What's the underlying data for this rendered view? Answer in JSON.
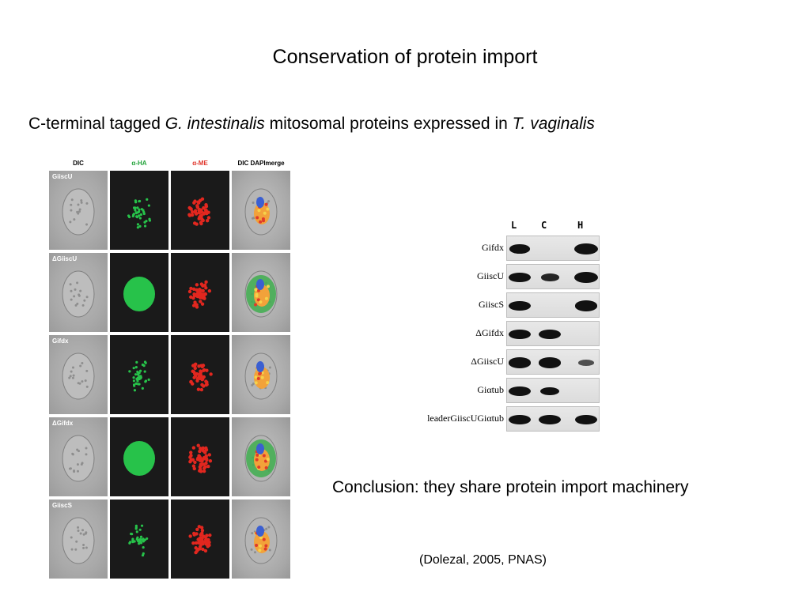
{
  "slide": {
    "title": "Conservation of protein import",
    "subtitle_parts": {
      "p1": "C-terminal tagged ",
      "p2": "G. intestinalis",
      "p3": " mitosomal proteins expressed in ",
      "p4": "T. vaginalis"
    },
    "conclusion": "Conclusion: they share protein import machinery",
    "citation": "(Dolezal, 2005, PNAS)"
  },
  "micrograph": {
    "columns": [
      {
        "label": "DIC",
        "color": "#000000"
      },
      {
        "label": "α-HA",
        "color": "#22a33a"
      },
      {
        "label": "α-ME",
        "color": "#e0342a"
      },
      {
        "label": "DIC DAPImerge",
        "color": "#000000"
      }
    ],
    "rows": [
      {
        "label": "GiiscU",
        "pattern": "punctate"
      },
      {
        "label": "ΔGiiscU",
        "pattern": "diffuse"
      },
      {
        "label": "Gifdx",
        "pattern": "punctate"
      },
      {
        "label": "ΔGifdx",
        "pattern": "diffuse"
      },
      {
        "label": "GiiscS",
        "pattern": "punctate"
      }
    ]
  },
  "blot": {
    "lanes": [
      "L",
      "C",
      "H"
    ],
    "rows": [
      {
        "label": "Gifdx",
        "bands": [
          0.7,
          0,
          1.0
        ]
      },
      {
        "label": "GiiscU",
        "bands": [
          0.8,
          0.5,
          1.0
        ]
      },
      {
        "label": "GiiscS",
        "bands": [
          0.8,
          0,
          0.9
        ]
      },
      {
        "label": "ΔGifdx",
        "bands": [
          0.8,
          0.8,
          0
        ]
      },
      {
        "label": "ΔGiiscU",
        "bands": [
          0.9,
          0.9,
          0.3
        ]
      },
      {
        "label": "Giαtub",
        "bands": [
          0.8,
          0.6,
          0
        ]
      },
      {
        "label": "leaderGiiscUGiαtub",
        "bands": [
          0.8,
          0.8,
          0.8
        ]
      }
    ]
  }
}
